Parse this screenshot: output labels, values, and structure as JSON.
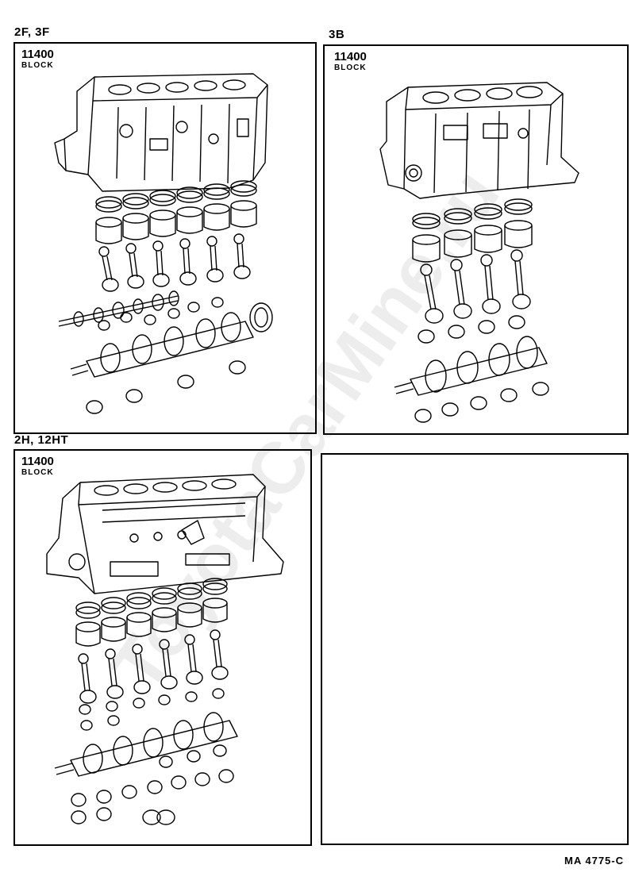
{
  "panels": [
    {
      "model": "2F, 3F",
      "part_number": "11400",
      "part_name": "BLOCK"
    },
    {
      "model": "3B",
      "part_number": "11400",
      "part_name": "BLOCK"
    },
    {
      "model": "2H, 12HT",
      "part_number": "11400",
      "part_name": "BLOCK"
    },
    {
      "model": "",
      "part_number": "",
      "part_name": ""
    }
  ],
  "figure_number": "MA 4775-C",
  "watermark": "ToyotaCarMine.ru",
  "icons": [
    "engine-block-drawing",
    "piston-ring-drawing",
    "piston-drawing",
    "connecting-rod-drawing",
    "crankshaft-drawing",
    "camshaft-drawing",
    "bearing-drawing"
  ]
}
